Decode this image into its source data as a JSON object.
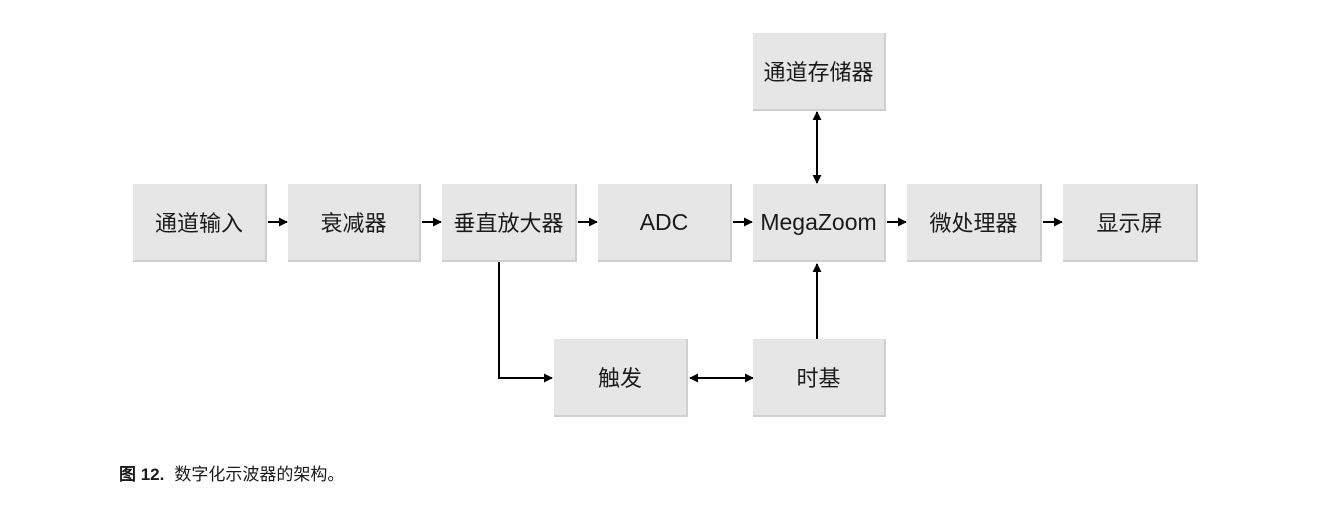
{
  "blocks": {
    "channel_input": "通道输入",
    "attenuator": "衰减器",
    "vertical_amplifier": "垂直放大器",
    "adc": "ADC",
    "megazoom": "MegaZoom",
    "microprocessor": "微处理器",
    "display": "显示屏",
    "channel_memory": "通道存储器",
    "trigger": "触发",
    "timebase": "时基"
  },
  "caption": {
    "label": "图 12.",
    "text": "数字化示波器的架构。"
  },
  "colors": {
    "block_fill": "#e6e6e6",
    "line": "#000000"
  }
}
